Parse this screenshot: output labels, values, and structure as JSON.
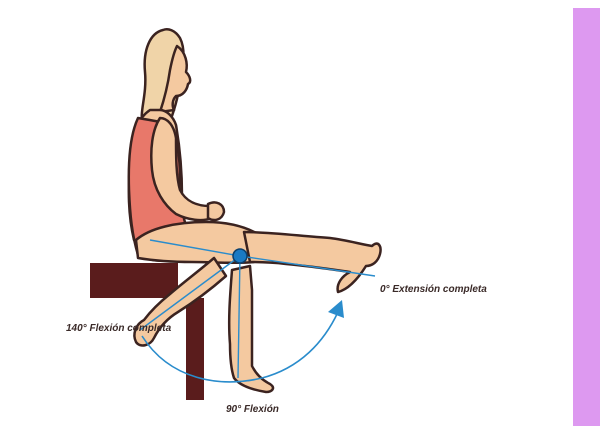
{
  "labels": {
    "extension": "0° Extensión completa",
    "flexion_full": "140° Flexión completa",
    "flexion_90": "90° Flexión"
  },
  "colors": {
    "skin": "#f4c9a0",
    "outline": "#3b2320",
    "hair": "#f0d4a8",
    "swimsuit": "#e8786a",
    "stool": "#5a1c1c",
    "guide_line": "#2a8ccc",
    "joint": "#1a7ac4",
    "side_panel": "#dd99f0"
  },
  "icons": {
    "joint_marker": "knee-joint-marker-icon",
    "arc_arrow": "arc-arrow-icon"
  }
}
